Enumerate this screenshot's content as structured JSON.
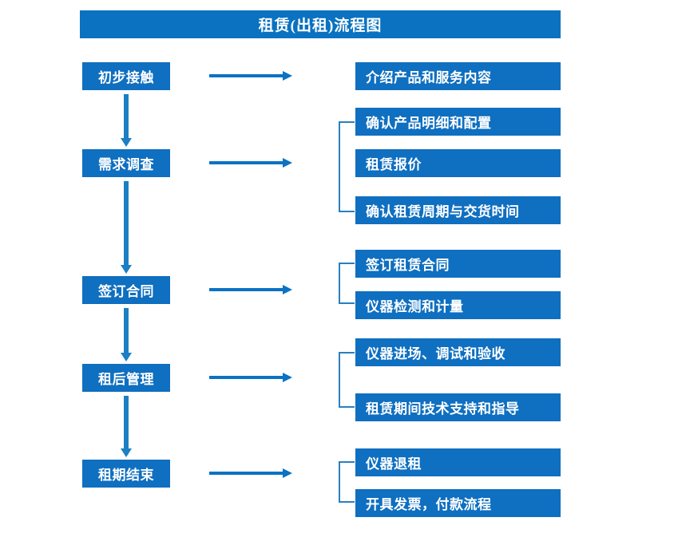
{
  "header": {
    "title": "租赁(出租)流程图"
  },
  "colors": {
    "title_bar": "#0a72c0",
    "box_fill": "#0f6fc0",
    "box_text": "#ffffff",
    "arrow": "#1b7fc4",
    "h_arrow": "#0b72c4",
    "bracket": "#2a7fc0",
    "background": "#ffffff"
  },
  "stages": [
    {
      "label": "初步接触"
    },
    {
      "label": "需求调查"
    },
    {
      "label": "签订合同"
    },
    {
      "label": "租后管理"
    },
    {
      "label": "租期结束"
    }
  ],
  "details": [
    {
      "label": "介绍产品和服务内容"
    },
    {
      "label": "确认产品明细和配置"
    },
    {
      "label": "租赁报价"
    },
    {
      "label": "确认租赁周期与交货时间"
    },
    {
      "label": "签订租赁合同"
    },
    {
      "label": "仪器检测和计量"
    },
    {
      "label": "仪器进场、调试和验收"
    },
    {
      "label": "租赁期间技术支持和指导"
    },
    {
      "label": "仪器退租"
    },
    {
      "label": "开具发票，付款流程"
    }
  ]
}
